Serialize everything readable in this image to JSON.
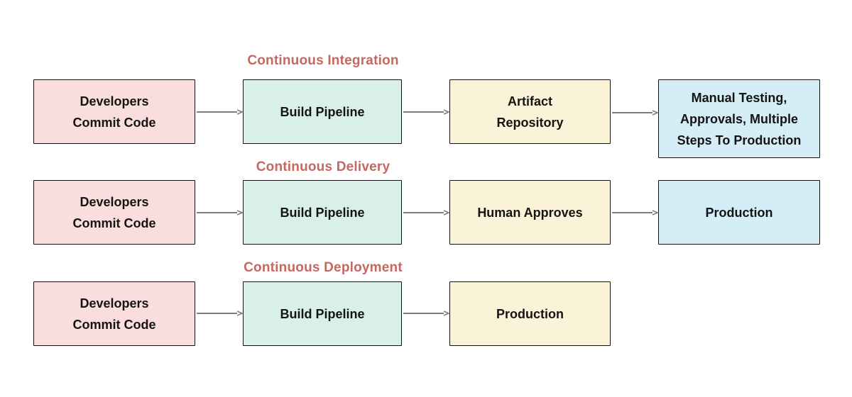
{
  "diagram": {
    "colors": {
      "canvas_bg": "#ffffff",
      "node_pink": "#fadddd",
      "node_green": "#d8f0e6",
      "node_yellow": "#faf3d8",
      "node_blue": "#d5edf7",
      "node_border": "#111111",
      "node_text": "#141414",
      "title_text": "#c5685f",
      "arrow": "#7d7d7d"
    },
    "rows": [
      {
        "title": "Continuous Integration",
        "nodes": [
          {
            "type": "pink",
            "lines": [
              "Developers",
              "Commit Code"
            ]
          },
          {
            "type": "green",
            "lines": [
              "Build Pipeline"
            ]
          },
          {
            "type": "yellow",
            "lines": [
              "Artifact",
              "Repository"
            ]
          },
          {
            "type": "blue",
            "lines": [
              "Manual Testing,",
              "Approvals, Multiple",
              "Steps To Production"
            ]
          }
        ]
      },
      {
        "title": "Continuous Delivery",
        "nodes": [
          {
            "type": "pink",
            "lines": [
              "Developers",
              "Commit Code"
            ]
          },
          {
            "type": "green",
            "lines": [
              "Build Pipeline"
            ]
          },
          {
            "type": "yellow",
            "lines": [
              "Human Approves"
            ]
          },
          {
            "type": "blue",
            "lines": [
              "Production"
            ]
          }
        ]
      },
      {
        "title": "Continuous Deployment",
        "nodes": [
          {
            "type": "pink",
            "lines": [
              "Developers",
              "Commit Code"
            ]
          },
          {
            "type": "green",
            "lines": [
              "Build Pipeline"
            ]
          },
          {
            "type": "yellow",
            "lines": [
              "Production"
            ]
          }
        ]
      }
    ]
  }
}
